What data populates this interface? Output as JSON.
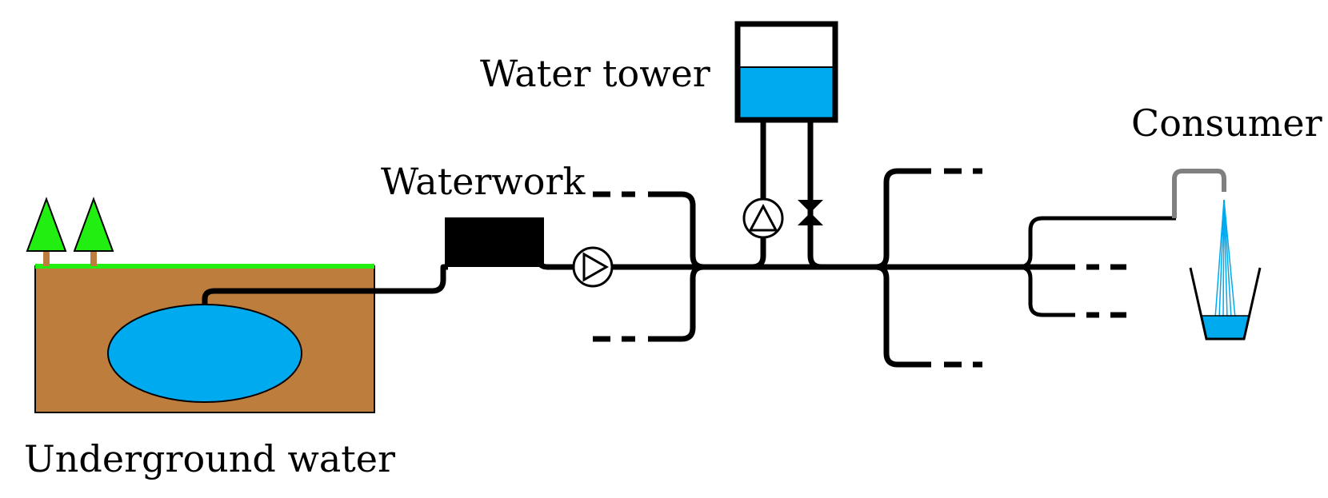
{
  "labels": {
    "underground": "Underground water",
    "waterwork": "Waterwork",
    "tower": "Water tower",
    "consumer": "Consumer"
  },
  "colors": {
    "soil": "#bd7d3d",
    "grass": "#22ee11",
    "water": "#00aaee",
    "tree": "#22ee11",
    "trunk": "#bd7d3d",
    "faucet": "#808080",
    "pipe": "#000000"
  },
  "icons": [
    "tree-icon",
    "pump-icon",
    "valve-icon",
    "faucet-icon",
    "glass-icon"
  ],
  "tower_fill_level": 0.55
}
